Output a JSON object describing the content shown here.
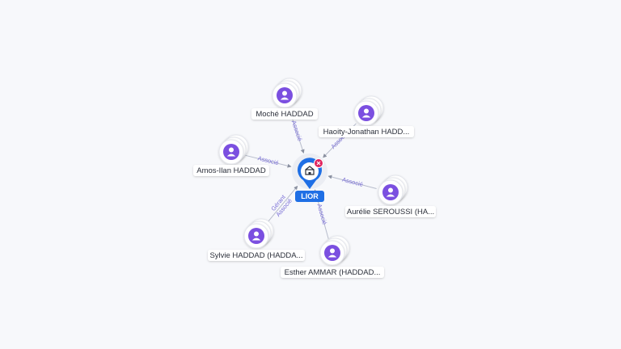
{
  "graph": {
    "center": {
      "label": "LIOR",
      "icon": "company-icon",
      "badge_icon": "close-icon"
    },
    "nodes": [
      {
        "id": "moche",
        "label": "Moché HADDAD",
        "icon": "person-icon",
        "relations": [
          "Associé"
        ]
      },
      {
        "id": "haoity",
        "label": "Haoity-Jonathan HADD...",
        "icon": "person-icon",
        "relations": [
          "Associé"
        ]
      },
      {
        "id": "amos",
        "label": "Amos-Ilan HADDAD",
        "icon": "person-icon",
        "relations": [
          "Associé"
        ]
      },
      {
        "id": "aurelie",
        "label": "Aurélie SEROUSSI (HA...",
        "icon": "person-icon",
        "relations": [
          "Associé"
        ]
      },
      {
        "id": "sylvie",
        "label": "Sylvie HADDAD (HADDA...",
        "icon": "person-icon",
        "relations": [
          "Gérant",
          "Associé"
        ]
      },
      {
        "id": "esther",
        "label": "Esther AMMAR (HADDAD...",
        "icon": "person-icon",
        "relations": [
          "Associé"
        ]
      }
    ],
    "colors": {
      "person_fill": "#7b4fe0",
      "center_ring": "#1f6fe5",
      "label_bg": "#1f6fe5",
      "badge": "#e0245e",
      "edge": "#b7bccb",
      "edge_text": "#7a6fd6"
    }
  }
}
